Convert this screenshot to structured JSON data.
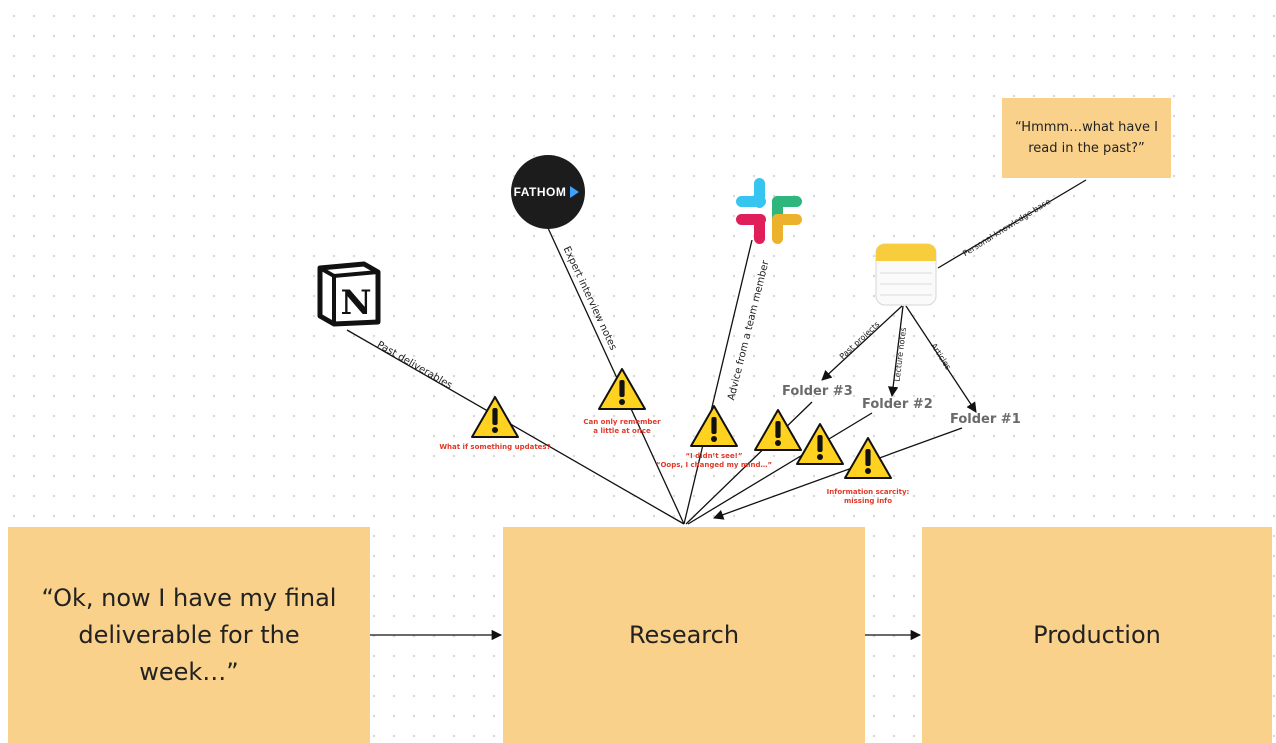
{
  "stickies": {
    "final": "“Ok, now I have my final deliverable for the week…”",
    "research": "Research",
    "production": "Production",
    "hmm": "“Hmmm…what have I read in the past?”"
  },
  "logos": {
    "fathom": "FATHOM",
    "notion": "N"
  },
  "edges": {
    "past_deliverables": "Past deliverables",
    "expert_notes": "Expert interview notes",
    "advice": "Advice from a team member",
    "personal_kb": "Personal knowledge base",
    "past_projects": "Past projects",
    "lecture_notes": "Lecture notes",
    "articles": "Articles"
  },
  "folders": {
    "f3": "Folder #3",
    "f2": "Folder #2",
    "f1": "Folder #1"
  },
  "warnings": {
    "updates": "What if something updates?",
    "remember_1": "Can only remember",
    "remember_2": "a little at once",
    "oops_1": "“I didn’t see!”",
    "oops_2": "“Oops, I changed my mind…”",
    "scarcity_1": "Information scarcity:",
    "scarcity_2": "missing info"
  },
  "colors": {
    "sticky": "#f9d18b",
    "warning_fill": "#ffd21f",
    "warning_text": "#e03a2a"
  }
}
